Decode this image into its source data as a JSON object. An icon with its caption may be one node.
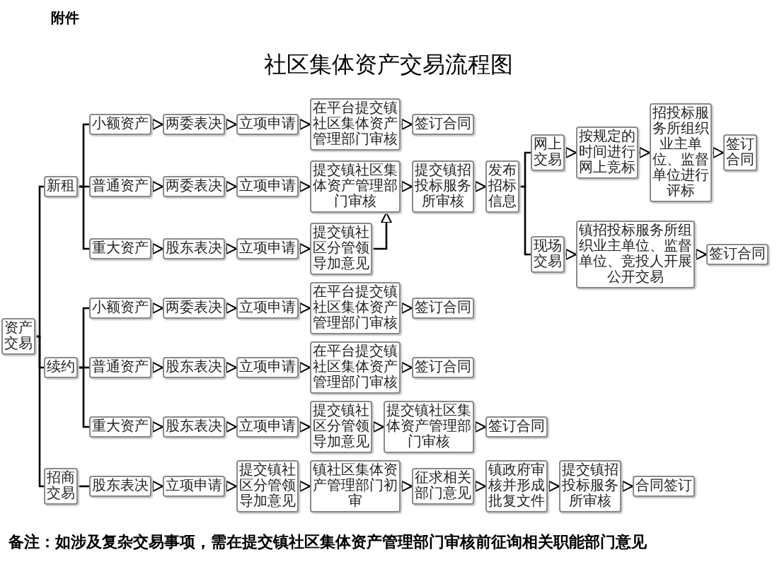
{
  "diagram": {
    "title": "社区集体资产交易流程图",
    "nodes": [
      {
        "text": [
          "资产交易"
        ]
      },
      {
        "text": [
          "新租"
        ]
      },
      {
        "text": [
          "小额资产"
        ]
      },
      {
        "text": [
          "两委表决"
        ]
      },
      {
        "text": [
          "立项申请"
        ]
      },
      {
        "text": [
          "在平台提交镇社区集体资产管理部门审核"
        ]
      },
      {
        "text": [
          "签订合同"
        ]
      },
      {
        "text": [
          "普通资产"
        ]
      },
      {
        "text": [
          "两委表决"
        ]
      },
      {
        "text": [
          "立项申请"
        ]
      },
      {
        "text": [
          "提交镇社区集体资产管理部门审核"
        ]
      },
      {
        "text": [
          "提交镇招投标服务所审核"
        ]
      },
      {
        "text": [
          "发布招标信息"
        ]
      },
      {
        "text": [
          "网上交易"
        ]
      },
      {
        "text": [
          "按规定的时间进行网上竞标"
        ]
      },
      {
        "text": [
          "招投标服务所组织业主单位、监督单位进行评标"
        ]
      },
      {
        "text": [
          "签订合同"
        ]
      },
      {
        "text": [
          "现场交易"
        ]
      },
      {
        "text": [
          "镇招投标服务所组织业主单位、监督单位、竞投人开展公开交易"
        ]
      },
      {
        "text": [
          "签订合同"
        ]
      },
      {
        "text": [
          "重大资产"
        ]
      },
      {
        "text": [
          "股东表决"
        ]
      },
      {
        "text": [
          "立项申请"
        ]
      },
      {
        "text": [
          "提交镇社区分管领导加意见"
        ]
      },
      {
        "text": [
          "续约"
        ]
      },
      {
        "text": [
          "小额资产"
        ]
      },
      {
        "text": [
          "两委表决"
        ]
      },
      {
        "text": [
          "立项申请"
        ]
      },
      {
        "text": [
          "在平台提交镇社区集体资产管理部门审核"
        ]
      },
      {
        "text": [
          "签订合同"
        ]
      },
      {
        "text": [
          "普通资产"
        ]
      },
      {
        "text": [
          "股东表决"
        ]
      },
      {
        "text": [
          "立项申请"
        ]
      },
      {
        "text": [
          "在平台提交镇社区集体资产管理部门审核"
        ]
      },
      {
        "text": [
          "签订合同"
        ]
      },
      {
        "text": [
          "重大资产"
        ]
      },
      {
        "text": [
          "股东表决"
        ]
      },
      {
        "text": [
          "立项申请"
        ]
      },
      {
        "text": [
          "提交镇社区分管领导加意见"
        ]
      },
      {
        "text": [
          "提交镇社区集体资产管理部门审核"
        ]
      },
      {
        "text": [
          "签订合同"
        ]
      },
      {
        "text": [
          "招商交易"
        ]
      },
      {
        "text": [
          "股东表决"
        ]
      },
      {
        "text": [
          "立项申请"
        ]
      },
      {
        "text": [
          "提交镇社区分管领导加意见"
        ]
      },
      {
        "text": [
          "镇社区集体资产管理部门初审"
        ]
      },
      {
        "text": [
          "征求相关部门意见"
        ]
      },
      {
        "text": [
          "镇政府审核并形成批复文件"
        ]
      },
      {
        "text": [
          "提交镇招投标服务所审核"
        ]
      },
      {
        "text": [
          "合同签订"
        ]
      }
    ],
    "edges": [
      {
        "from": 0,
        "to": 1,
        "arrow": "none"
      },
      {
        "from": 0,
        "to": 24,
        "arrow": "none"
      },
      {
        "from": 0,
        "to": 41,
        "arrow": "none"
      },
      {
        "from": 1,
        "to": 2,
        "arrow": "none"
      },
      {
        "from": 1,
        "to": 7,
        "arrow": "none"
      },
      {
        "from": 1,
        "to": 20,
        "arrow": "none"
      },
      {
        "from": 2,
        "to": 3,
        "arrow": "to"
      },
      {
        "from": 3,
        "to": 4,
        "arrow": "to"
      },
      {
        "from": 4,
        "to": 5,
        "arrow": "to"
      },
      {
        "from": 5,
        "to": 6,
        "arrow": "to"
      },
      {
        "from": 7,
        "to": 8,
        "arrow": "to"
      },
      {
        "from": 8,
        "to": 9,
        "arrow": "to"
      },
      {
        "from": 9,
        "to": 10,
        "arrow": "to"
      },
      {
        "from": 10,
        "to": 11,
        "arrow": "to"
      },
      {
        "from": 11,
        "to": 12,
        "arrow": "to"
      },
      {
        "from": 12,
        "to": 13,
        "arrow": "none"
      },
      {
        "from": 12,
        "to": 17,
        "arrow": "none"
      },
      {
        "from": 13,
        "to": 14,
        "arrow": "to"
      },
      {
        "from": 14,
        "to": 15,
        "arrow": "to"
      },
      {
        "from": 15,
        "to": 16,
        "arrow": "to"
      },
      {
        "from": 17,
        "to": 18,
        "arrow": "to"
      },
      {
        "from": 18,
        "to": 19,
        "arrow": "to"
      },
      {
        "from": 20,
        "to": 21,
        "arrow": "to"
      },
      {
        "from": 21,
        "to": 22,
        "arrow": "to"
      },
      {
        "from": 22,
        "to": 23,
        "arrow": "to"
      },
      {
        "from": 23,
        "to": 10,
        "arrow": "to"
      },
      {
        "from": 24,
        "to": 25,
        "arrow": "none"
      },
      {
        "from": 24,
        "to": 30,
        "arrow": "none"
      },
      {
        "from": 24,
        "to": 35,
        "arrow": "none"
      },
      {
        "from": 25,
        "to": 26,
        "arrow": "to"
      },
      {
        "from": 26,
        "to": 27,
        "arrow": "to"
      },
      {
        "from": 27,
        "to": 28,
        "arrow": "to"
      },
      {
        "from": 28,
        "to": 29,
        "arrow": "to"
      },
      {
        "from": 30,
        "to": 31,
        "arrow": "to"
      },
      {
        "from": 31,
        "to": 32,
        "arrow": "to"
      },
      {
        "from": 32,
        "to": 33,
        "arrow": "to"
      },
      {
        "from": 33,
        "to": 34,
        "arrow": "to"
      },
      {
        "from": 35,
        "to": 36,
        "arrow": "to"
      },
      {
        "from": 36,
        "to": 37,
        "arrow": "to"
      },
      {
        "from": 37,
        "to": 38,
        "arrow": "to"
      },
      {
        "from": 38,
        "to": 39,
        "arrow": "to"
      },
      {
        "from": 39,
        "to": 40,
        "arrow": "to"
      },
      {
        "from": 41,
        "to": 42,
        "arrow": "none"
      },
      {
        "from": 42,
        "to": 43,
        "arrow": "to"
      },
      {
        "from": 43,
        "to": 44,
        "arrow": "to"
      },
      {
        "from": 44,
        "to": 45,
        "arrow": "to"
      },
      {
        "from": 45,
        "to": 46,
        "arrow": "to"
      },
      {
        "from": 46,
        "to": 47,
        "arrow": "to"
      },
      {
        "from": 47,
        "to": 48,
        "arrow": "to"
      },
      {
        "from": 48,
        "to": 49,
        "arrow": "to"
      }
    ],
    "labels": [
      "附件",
      "备注：如涉及复杂交易事项，需在提交镇社区集体资产管理部门审核前征询相关职能部门意见"
    ]
  }
}
